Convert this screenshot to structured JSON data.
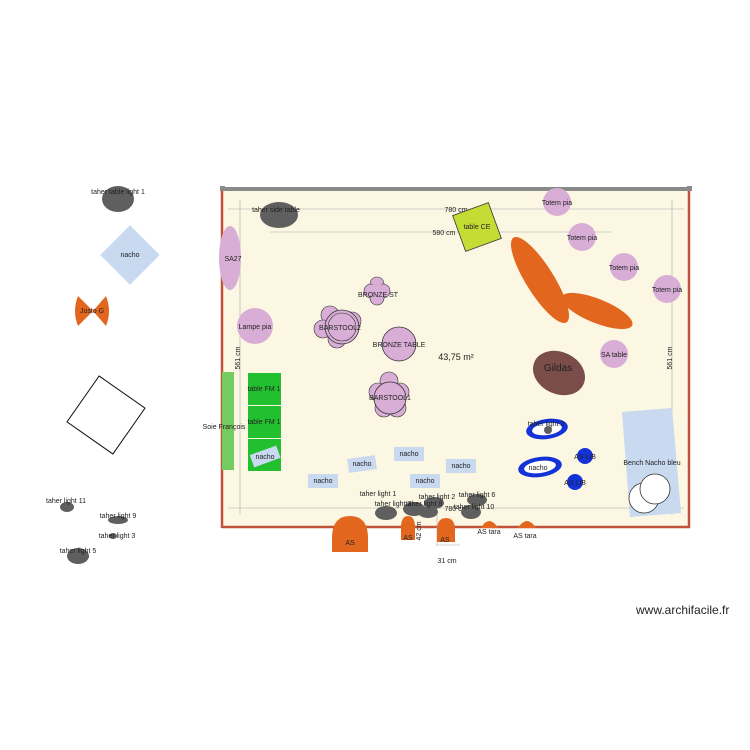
{
  "colors": {
    "floor": "#fbf7e3",
    "wall_top": "#8a8a8a",
    "wall_side": "#c0533a",
    "pink": "#d9aed6",
    "pink_stroke": "#b784b2",
    "orange": "#e3661e",
    "dark_grey": "#5f5f5f",
    "light_blue": "#c8d9f0",
    "green": "#22c02e",
    "light_green": "#74cb5f",
    "lime": "#c4dd34",
    "blue": "#1333d8",
    "brown": "#7a4d4a"
  },
  "dimensions": {
    "top_width": "780 cm",
    "inner_width": "580 cm",
    "left_depth": "561 cm",
    "right_depth": "561 cm",
    "bottom_width": "780 cm",
    "door_small": "42 cm",
    "door_bottom": "31 cm"
  },
  "area": "43,75 m²",
  "labels": {
    "taher_side_table": "taher side table",
    "table_ce": "table CE",
    "totem_1": "Totem pia",
    "totem_2": "Totem pia",
    "totem_3": "Totem pia",
    "totem_4": "Totem pia",
    "sa27": "SA27",
    "bronze_st": "BRONZE ST",
    "barstool2": "BARSTOOL2",
    "lampe_pia": "Lampe pia",
    "bronze_table": "BRONZE TABLE",
    "sa_table": "SA table",
    "gildas": "Gildas",
    "barstool1": "BARSTOOL1",
    "table_fm_1a": "table FM 1",
    "table_fm_1b": "table FM 1",
    "soie_francois": "Soie François",
    "taher_light_2_blue": "taher light 2",
    "as_lib_1": "AS LIB",
    "as_lib_2": "AS LIB",
    "bench_nacho": "Bench Nacho bleu",
    "nacho_fm": "nacho",
    "nacho_1": "nacho",
    "nacho_2": "nacho",
    "nacho_3": "nacho",
    "nacho_4": "nacho",
    "nacho_5": "nacho",
    "nacho_blue": "nacho",
    "taher_light_1": "taher light 1",
    "taher_light_2": "taher light 2",
    "taher_light_6": "taher light 6",
    "taher_light_7": "taher light 7",
    "taher_light_8": "taher light 8",
    "taher_light_10": "taher light 10",
    "as_1": "AS",
    "as_2": "AS",
    "as_3": "AS",
    "as_tara_1": "AS tara",
    "as_tara_2": "AS tara",
    "outside_table_light_1": "taher table light 1",
    "outside_nacho": "nacho",
    "justo_g": "Justo G",
    "taher_light_11": "taher light 11",
    "taher_light_9": "taher light 9",
    "taher_light_3": "taher light 3",
    "taher_light_5": "taher light 5"
  },
  "credit": "www.archifacile.fr"
}
